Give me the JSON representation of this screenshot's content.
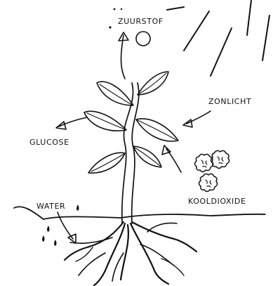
{
  "labels": {
    "oxygen": "ZUURSTOF",
    "sunlight": "ZONLICHT",
    "glucose": "GLUCOSE",
    "water": "WATER",
    "co2": "KOOLDIOXIDE"
  },
  "colors": {
    "ink": "#111111",
    "background": "#ffffff"
  }
}
